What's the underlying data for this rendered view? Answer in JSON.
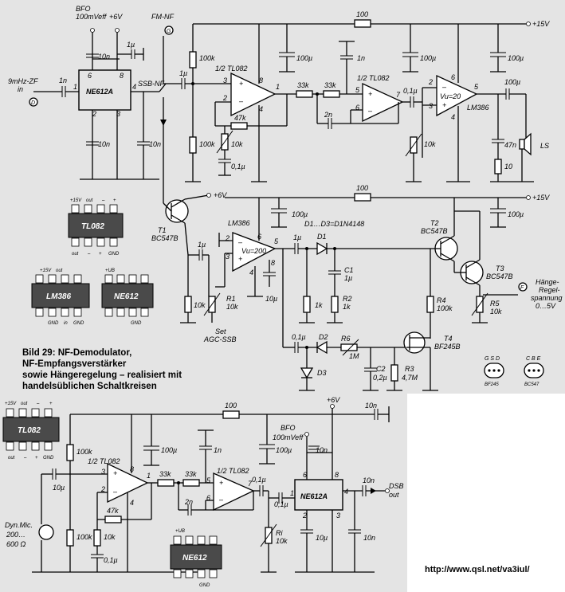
{
  "caption": {
    "line1": "Bild 29: NF-Demodulator,",
    "line2": "NF-Empfangsverstärker",
    "line3": "sowie Hängeregelung – realisiert mit",
    "line4": "handelsüblichen Schaltkreisen"
  },
  "url": "http://www.qsl.net/va3iul/",
  "labels": {
    "bfo_top": "BFO",
    "bfo_top_level": "100mVeff",
    "plus6v": "+6V",
    "fm_nf": "FM-NF",
    "conn_g": "G",
    "conn_d": "D",
    "conn_f": "F",
    "if_in_1": "9mHz-ZF",
    "if_in_2": "in",
    "ne612a": "NE612A",
    "ssb_nf": "SSB-NF",
    "tl082_half_1": "1/2 TL082",
    "tl082_half_2": "1/2 TL082",
    "lm386": "LM386",
    "vu20": "Vu=20",
    "vu200": "Vu=200",
    "plus15v": "+15V",
    "r100": "100",
    "r100k": "100k",
    "r47k": "47k",
    "r33k": "33k",
    "r10k": "10k",
    "r10": "10",
    "r1k": "1k",
    "c10n": "10n",
    "c1u": "1µ",
    "c1n": "1n",
    "c2n": "2n",
    "c100u": "100µ",
    "c01u": "0,1µ",
    "c47n": "47n",
    "c02u": "0,2µ",
    "c10u": "10µ",
    "ls": "LS",
    "t1": "T1",
    "t2": "T2",
    "t3": "T3",
    "t4": "T4",
    "bc547b": "BC547B",
    "bf245b": "BF245B",
    "d1": "D1",
    "d2": "D2",
    "d3": "D3",
    "d_type": "D1…D3=D1N4148",
    "c1": "C1",
    "c2": "C2",
    "r1": "R1",
    "r2": "R2",
    "r3": "R3",
    "r4": "R4",
    "r5": "R5",
    "r6": "R6",
    "r3_val": "4,7M",
    "r6_val": "1M",
    "set_1": "Set",
    "set_2": "AGC-SSB",
    "hang_1": "Hänge-",
    "hang_2": "Regel-",
    "hang_3": "spannung",
    "hang_4": "0…5V",
    "pkg_tl082": "TL082",
    "pkg_lm386": "LM386",
    "pkg_ne612": "NE612",
    "pin_15v": "+15V",
    "pin_out": "out",
    "pin_gnd": "GND",
    "pin_in": "in",
    "pin_ub": "+UB",
    "gsd": "G S D",
    "cbe": "C B E",
    "bf245": "BF245",
    "bc547": "BC547",
    "plus": "+",
    "minus": "–",
    "dyn_mic_1": "Dyn.Mic.",
    "dyn_mic_2": "200…",
    "dyn_mic_3": "600 Ω",
    "dsb_1": "DSB",
    "dsb_2": "out",
    "ri": "Ri"
  }
}
